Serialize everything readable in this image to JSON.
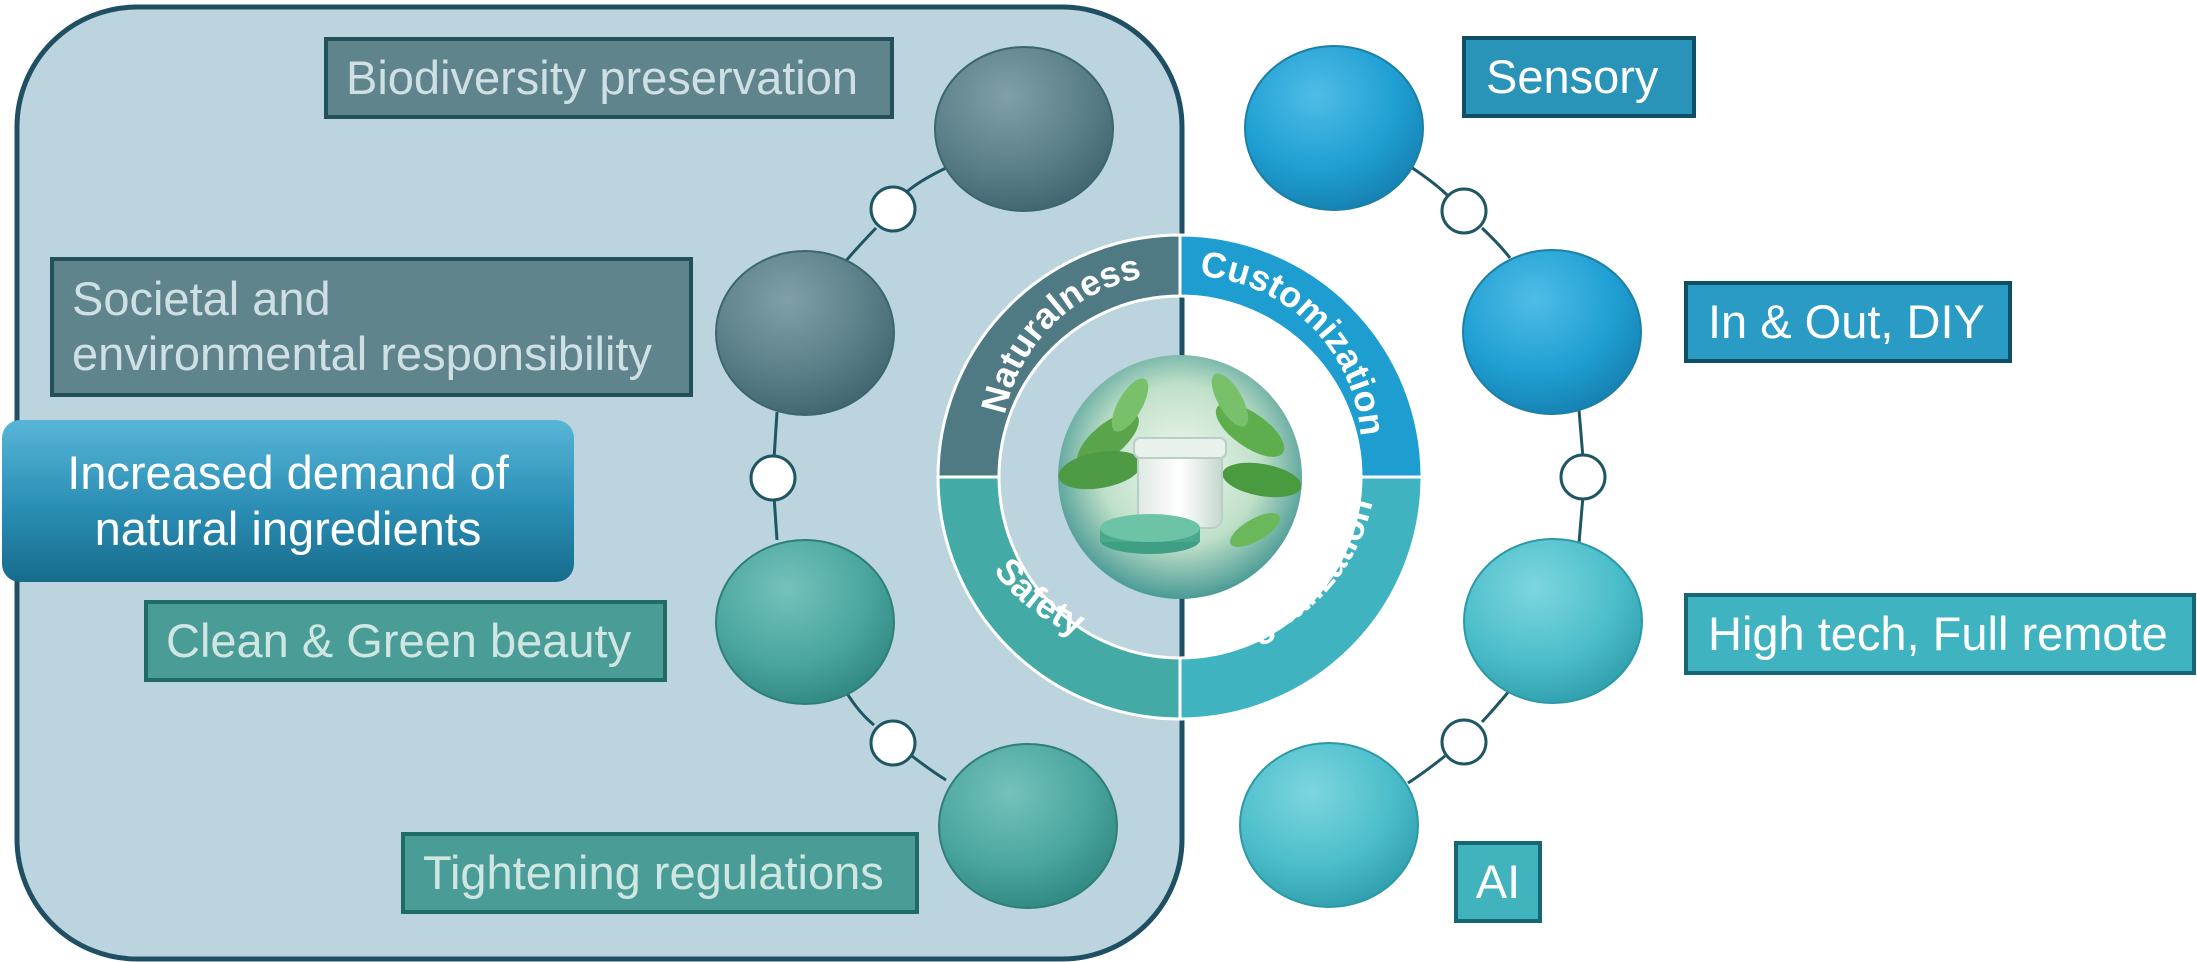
{
  "left_labels": {
    "biodiversity": "Biodiversity preservation",
    "societal_line1": "Societal and",
    "societal_line2": "environmental responsibility",
    "increased_line1": "Increased demand of",
    "increased_line2": "natural ingredients",
    "clean": "Clean & Green beauty",
    "tightening": "Tightening regulations"
  },
  "right_labels": {
    "sensory": "Sensory",
    "inout": "In & Out, DIY",
    "hightech": "High tech, Full remote",
    "ai": "AI"
  },
  "ring_labels": {
    "naturalness": "Naturalness",
    "customization": "Customization",
    "safety": "Safety",
    "digitalization": "Digitalization"
  },
  "colors": {
    "left_panel_fill": "#bcd4dd",
    "left_panel_border": "#1f4f63",
    "grey_circle": "#5b7f88",
    "teal_circle": "#4aa69f",
    "blue_circle": "#1f9fd3",
    "cyan_circle": "#4cbecb",
    "highlight": "#2a8db4"
  },
  "icons": {
    "center": "cosmetic-cream-jar-with-leaves"
  }
}
